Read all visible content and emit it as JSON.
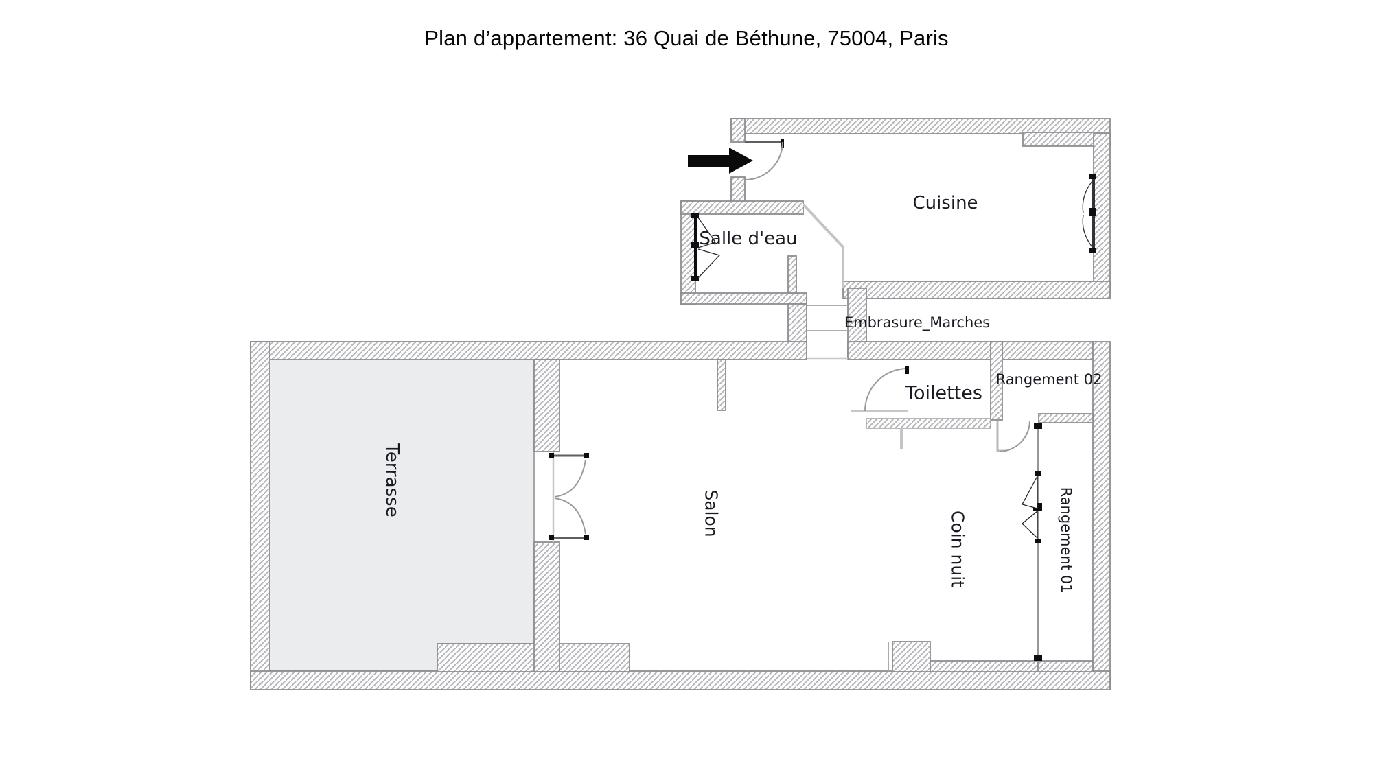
{
  "title": "Plan d’appartement: 36 Quai de Béthune, 75004, Paris",
  "rooms": {
    "cuisine": {
      "label": "Cuisine"
    },
    "salle_deau": {
      "label": "Salle d'eau"
    },
    "toilettes": {
      "label": "Toilettes"
    },
    "rangement02": {
      "label": "Rangement 02"
    },
    "rangement01": {
      "label": "Rangement 01"
    },
    "coin_nuit": {
      "label": "Coin nuit"
    },
    "salon": {
      "label": "Salon"
    },
    "terrasse": {
      "label": "Terrasse"
    }
  },
  "annotations": {
    "stairs": {
      "label": "Embrasure_Marches"
    }
  },
  "colors": {
    "wall_hatch": "#b3b5b9",
    "wall_border": "#8e8e92",
    "terrace_floor": "#ebecee",
    "label_text": "#191922",
    "arrow_black": "#0a0a0a"
  }
}
